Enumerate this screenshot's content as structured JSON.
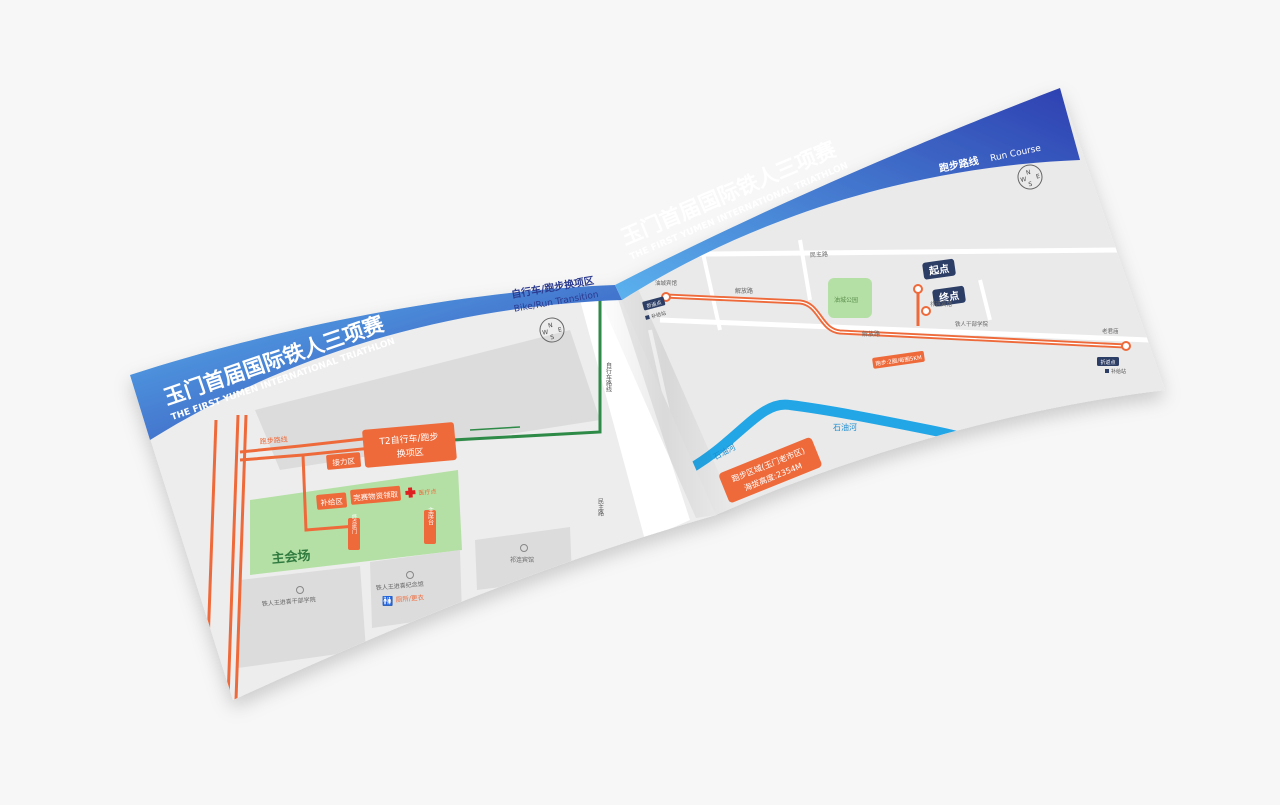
{
  "brochure": {
    "title_cn": "玉门首届国际铁人三项赛",
    "title_en": "THE FIRST YUMEN INTERNATIONAL TRIATHLON"
  },
  "left_page": {
    "section_cn": "自行车/跑步换项区",
    "section_en": "Bike/Run Transition",
    "areas": {
      "t2_zone_line1": "T2自行车/跑步",
      "t2_zone_line2": "换项区",
      "relay_zone": "接力区",
      "supply_zone": "补给区",
      "finisher_kit": "完赛物资领取",
      "medical_point": "医疗点",
      "finish_gate": "终点拱门",
      "podium": "主席台",
      "main_venue": "主会场",
      "toilet": "厕所/更衣"
    },
    "labels": {
      "run_route": "跑步路线",
      "bike_road_label": "自行车路线",
      "minzhu_road": "民主路",
      "building_1": "铁人王进喜干部学院",
      "building_2": "铁人王进喜纪念馆",
      "building_3": "祁连宾馆"
    }
  },
  "right_page": {
    "section_cn": "跑步路线",
    "section_en": "Run Course",
    "markers": {
      "start": "起点",
      "finish": "终点"
    },
    "labels": {
      "minzhu_road": "民主路",
      "jiefang_road_1": "解放路",
      "jiefang_road_2": "解放路",
      "park": "油城公园",
      "river_1": "石油河",
      "river_2": "石油河",
      "hotel": "油城宾馆",
      "qilian_hotel": "祁连宾馆",
      "school": "铁人干部学院",
      "laojun": "老君庙",
      "turnaround_1": "折返点",
      "turnaround_2": "折返点",
      "supply_1": "补给站",
      "supply_2": "补给站",
      "lap_note": "跑步:2圈/每圈5KM"
    },
    "info_box": {
      "line1": "跑步区域(玉门老市区)",
      "line2": "海拔高度:2354M"
    }
  },
  "compass": {
    "n": "N",
    "s": "S",
    "e": "E",
    "w": "W"
  },
  "colors": {
    "route_orange": "#ee6a3a",
    "bike_green": "#2f8a47",
    "river_blue": "#24a6e6",
    "banner_blue_light": "#4aa3ea",
    "banner_blue_dark": "#2d3fb0",
    "marker_navy": "#2d3e66",
    "venue_green": "#b5e0a5",
    "map_grey": "#e6e6e6"
  }
}
